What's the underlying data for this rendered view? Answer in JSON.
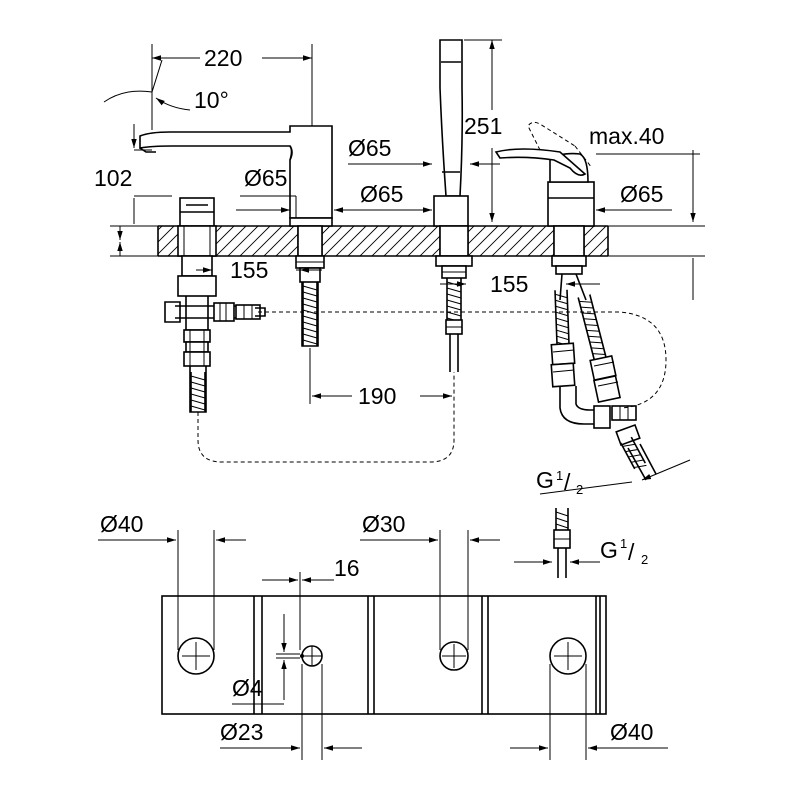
{
  "dimensions": {
    "top_width": "220",
    "spout_angle": "10°",
    "height_251": "251",
    "lever_travel": "max.40",
    "spout_height": "102",
    "dia_65_a": "Ø65",
    "dia_65_b": "Ø65",
    "dia_65_c": "Ø65",
    "dia_65_d": "Ø65",
    "spacing_155_left": "155",
    "spacing_155_right": "155",
    "spacing_190": "190",
    "thread_g_1": "G",
    "thread_g_2": "G",
    "thread_num": "1",
    "thread_den": "2",
    "dia_40_left": "Ø40",
    "dia_30": "Ø30",
    "dim_16": "16",
    "dia_4": "Ø4",
    "dia_23": "Ø23",
    "dia_40_right": "Ø40"
  }
}
